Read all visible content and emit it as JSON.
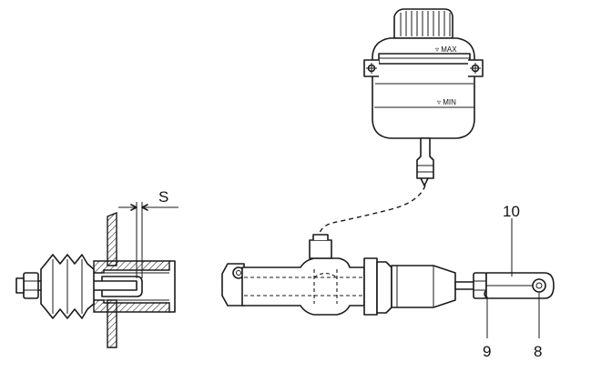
{
  "labels": {
    "s": "S",
    "ten": "10",
    "nine": "9",
    "eight": "8",
    "max": "▿ MAX",
    "min": "▿ MIN"
  }
}
